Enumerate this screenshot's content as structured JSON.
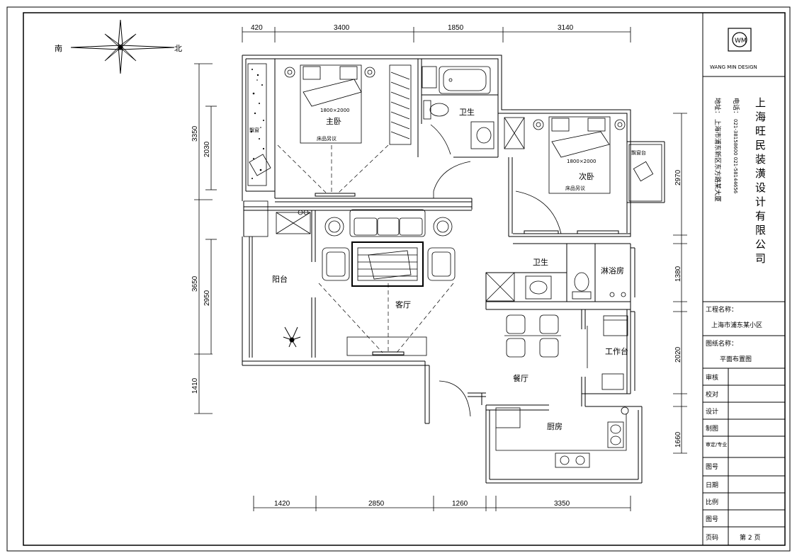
{
  "compass": {
    "south": "南",
    "north": "北"
  },
  "dims_top": [
    "420",
    "3400",
    "1850",
    "3140"
  ],
  "dims_bottom": [
    "1420",
    "2850",
    "1260",
    "3350"
  ],
  "dims_left_outer": [
    "3350",
    "3650",
    "1410"
  ],
  "dims_left_inner": [
    "2030",
    "2950"
  ],
  "dims_right": [
    "2970",
    "1380",
    "2020",
    "1660"
  ],
  "rooms": {
    "master_bed": "主卧",
    "second_bed": "次卧",
    "bath_main": "卫生",
    "bath_small": "卫生",
    "living": "客厅",
    "balcony": "阳台",
    "dining": "餐厅",
    "kitchen": "厨房",
    "utility": "工作台",
    "laundry": "淋浴房",
    "bay_left": "飘窗",
    "bay_right": "飘窗台"
  },
  "bed_size": "1800×2000",
  "bed_note": "床品另议",
  "title_block": {
    "logo_text": "WANG MIN DESIGN",
    "company": [
      "上",
      "海",
      "旺",
      "民",
      "装",
      "潢",
      "设",
      "计",
      "有",
      "限",
      "公",
      "司"
    ],
    "phone_label": "电话：",
    "phone_value": "021-38158600  021-58144656",
    "address_label": "地址：",
    "address_value": "上海市浦东新区东方路某大厦",
    "project_label": "工程名称：",
    "project_value": "上海市浦东某小区",
    "drawing_label": "图纸名称：",
    "drawing_value": "平面布置图",
    "rows": [
      "审核",
      "校对",
      "设计",
      "制图",
      "审定/专业",
      "图号",
      "日期",
      "比例",
      "图号",
      "页码"
    ],
    "page_value": "第 2 页"
  }
}
